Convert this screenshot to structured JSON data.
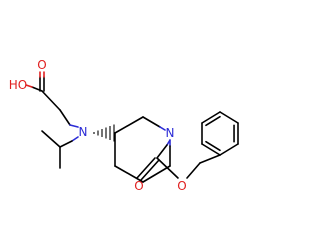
{
  "molecule": {
    "atom_labels": {
      "acid_hydroxyl": "HO",
      "acid_carbonyl_oxygen": "O",
      "amine_nitrogen": "N",
      "ring_nitrogen": "N",
      "carbamate_carbonyl_oxygen": "O",
      "carbamate_ester_oxygen": "O"
    },
    "colors": {
      "bond": "#000000",
      "oxygen": "#e01f1f",
      "nitrogen": "#2b2bd6",
      "background": "#ffffff"
    }
  }
}
